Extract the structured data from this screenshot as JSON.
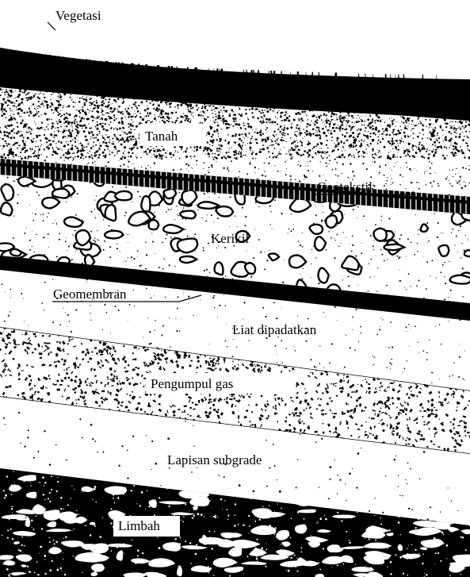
{
  "colors": {
    "ink": "#000000",
    "paper": "#ffffff"
  },
  "labels": {
    "vegetasi": "Vegetasi",
    "tanah": "Tanah",
    "geotekstil": "Geotekstil",
    "kerikil": "Kerikil",
    "geomembran": "Geomembran",
    "liat": "Liat dipadatkan",
    "pengumpul": "Pengumpul gas",
    "subgrade": "Lapisan subgrade",
    "limbah": "Limbah"
  }
}
